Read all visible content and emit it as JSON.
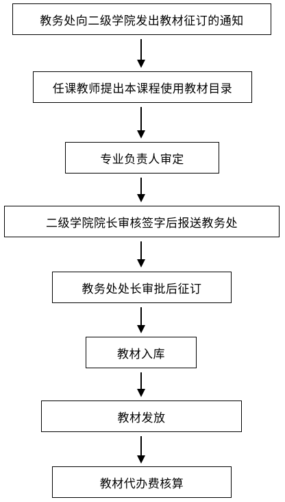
{
  "flowchart": {
    "steps": [
      "教务处向二级学院发出教材征订的通知",
      "任课教师提出本课程使用教材目录",
      "专业负责人审定",
      "二级学院院长审核签字后报送教务处",
      "教务处处长审批后征订",
      "教材入库",
      "教材发放",
      "教材代办费核算"
    ]
  }
}
